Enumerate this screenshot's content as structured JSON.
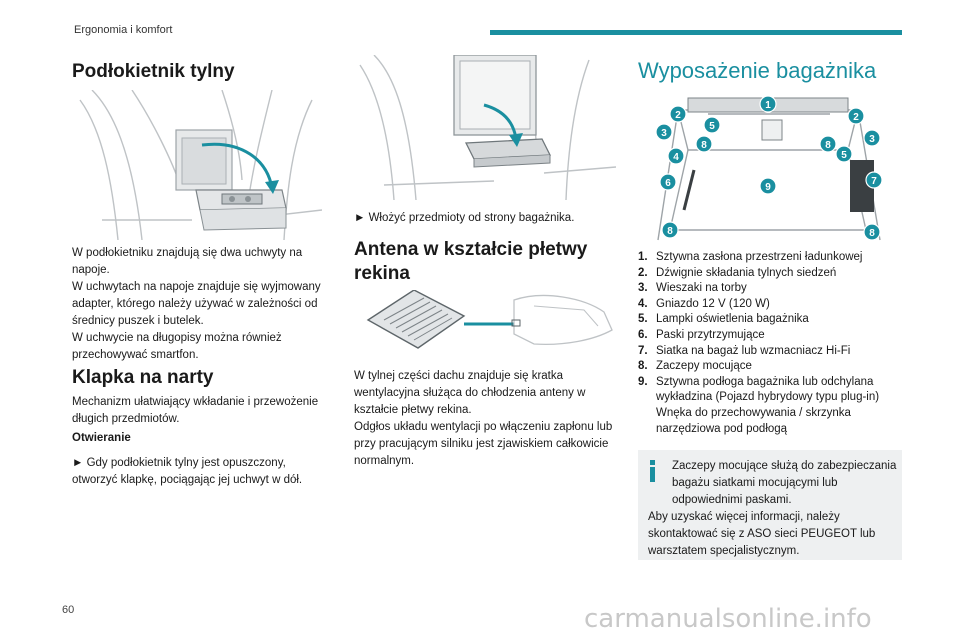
{
  "header": {
    "section": "Ergonomia i komfort"
  },
  "page_number": "60",
  "watermark": "carmanualsonline.info",
  "rear_armrest": {
    "title": "Podłokietnik tylny",
    "paragraphs": [
      "W podłokietniku znajdują się dwa uchwyty na napoje.",
      "W uchwytach na napoje znajduje się wyjmowany adapter, którego należy używać w zależności od średnicy puszek i butelek.",
      "W uchwycie na długopisy można również przechowywać smartfon."
    ]
  },
  "ski_flap": {
    "title": "Klapka na narty",
    "intro": "Mechanizm ułatwiający wkładanie i przewożenie długich przedmiotów.",
    "subtitle": "Otwieranie",
    "step": "► Gdy podłokietnik tylny jest opuszczony, otworzyć klapkę, pociągając jej uchwyt w dół."
  },
  "load_step": "► Włożyć przedmioty od strony bagażnika.",
  "antenna": {
    "title": "Antena w kształcie płetwy rekina",
    "paragraphs": [
      "W tylnej części dachu znajduje się kratka wentylacyjna służąca do chłodzenia anteny w kształcie płetwy rekina.",
      "Odgłos układu wentylacji po włączeniu zapłonu lub przy pracującym silniku jest zjawiskiem całkowicie normalnym."
    ]
  },
  "boot": {
    "title": "Wyposażenie bagażnika",
    "callouts": [
      "1",
      "2",
      "2",
      "3",
      "3",
      "4",
      "5",
      "5",
      "6",
      "7",
      "8",
      "8",
      "8",
      "8",
      "9"
    ],
    "items": [
      {
        "num": "1.",
        "label": "Sztywna zasłona przestrzeni ładunkowej"
      },
      {
        "num": "2.",
        "label": "Dźwignie składania tylnych siedzeń"
      },
      {
        "num": "3.",
        "label": "Wieszaki na torby"
      },
      {
        "num": "4.",
        "label": "Gniazdo 12 V (120 W)"
      },
      {
        "num": "5.",
        "label": "Lampki oświetlenia bagażnika"
      },
      {
        "num": "6.",
        "label": "Paski przytrzymujące"
      },
      {
        "num": "7.",
        "label": "Siatka na bagaż lub wzmacniacz Hi-Fi"
      },
      {
        "num": "8.",
        "label": "Zaczepy mocujące"
      },
      {
        "num": "9.",
        "label": "Sztywna podłoga bagażnika lub odchylana wykładzina (Pojazd hybrydowy typu plug-in) Wnęka do przechowywania / skrzynka narzędziowa pod podłogą"
      }
    ],
    "info_lines": [
      "Zaczepy mocujące służą do zabezpieczania bagażu siatkami mocującymi lub odpowiednimi paskami.",
      "Aby uzyskać więcej informacji, należy skontaktować się z ASO sieci PEUGEOT lub warsztatem specjalistycznym."
    ]
  },
  "colors": {
    "accent": "#1a8fa0",
    "callout": "#1a8fa0",
    "info_bg": "#eef0f1"
  }
}
